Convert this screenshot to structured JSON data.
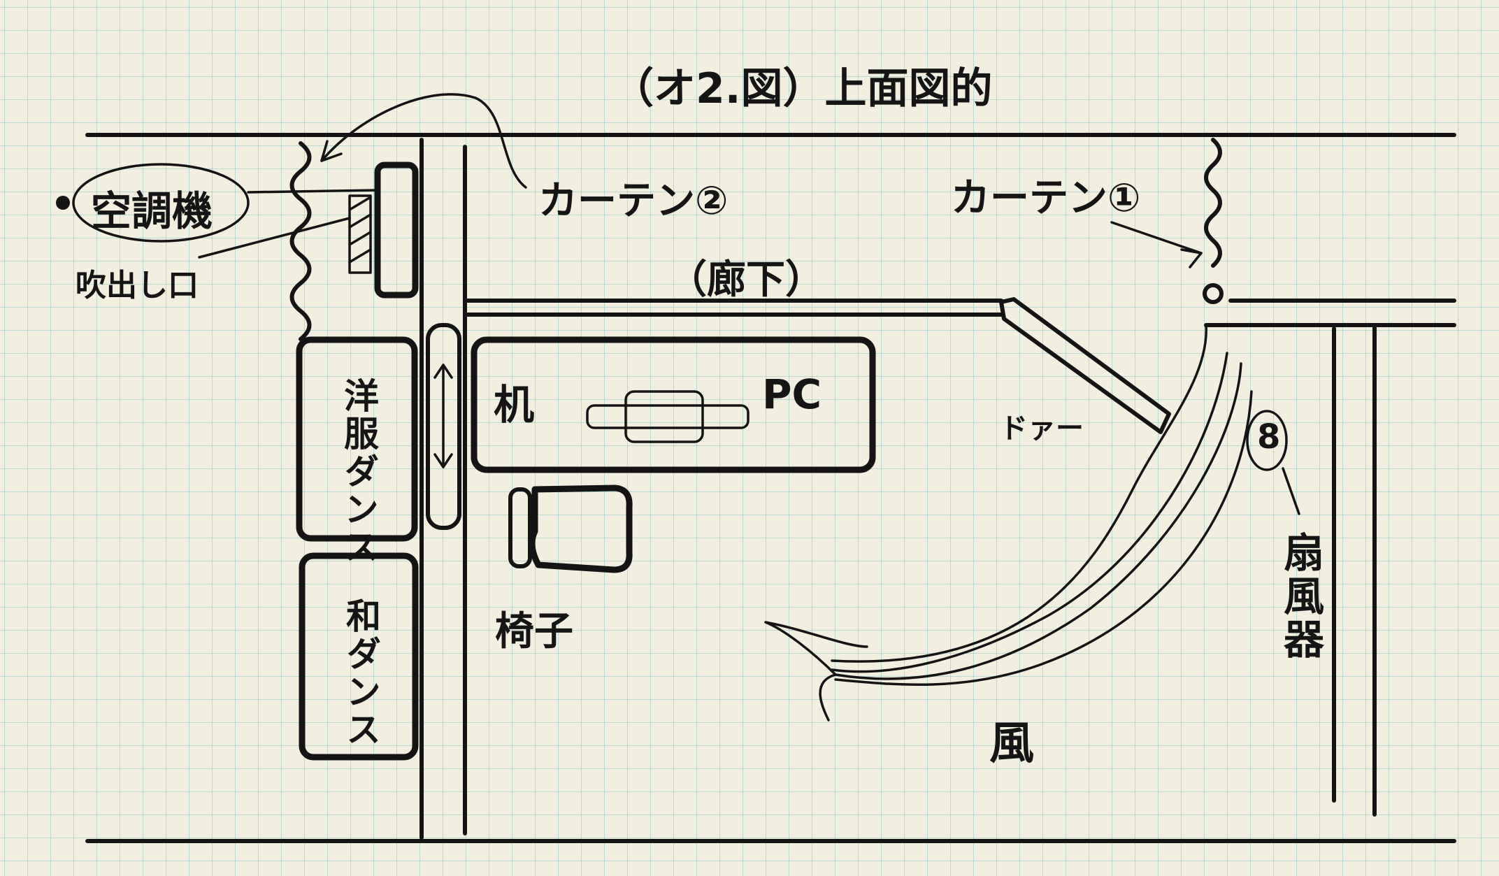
{
  "title": "（オ2.図）上面図的",
  "labels": {
    "aircon": "空調機",
    "outlet": "吹出し口",
    "curtain2": "カーテン②",
    "curtain1": "カーテン①",
    "corridor": "（廊下）",
    "desk": "机",
    "pc": "PC",
    "door": "ドァー",
    "wardrobe": "洋服ダンス",
    "japanese_chest": "和ダンス",
    "chair": "椅子",
    "wind": "風",
    "fan": "扇風器",
    "fan_symbol": "8"
  },
  "colors": {
    "ink": "#141414",
    "paper": "#f3efe0",
    "grid": "#78bebe"
  },
  "icons": [
    "curtain-squiggle-icon",
    "arrow-icon",
    "double-arrow-icon",
    "fan-icon"
  ]
}
